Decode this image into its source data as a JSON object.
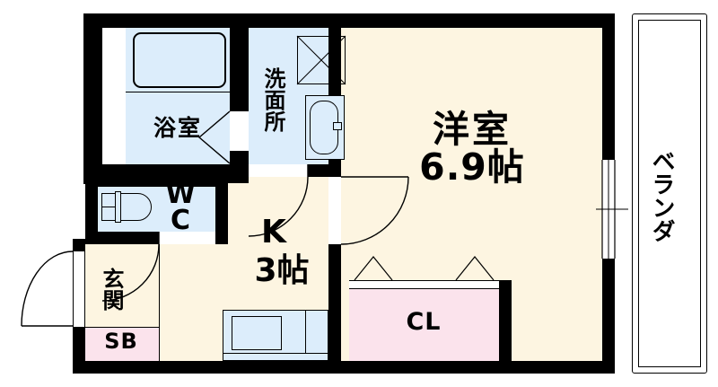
{
  "plan": {
    "type": "japanese-apartment-floor-plan",
    "layout_code": "1K",
    "colors": {
      "wall": "#000000",
      "room_floor": "#FDF5E1",
      "wet_area": "#DCEDFB",
      "closet_pink": "#FBE3EC",
      "background": "#FFFFFF"
    }
  },
  "rooms": {
    "bedroom": {
      "name": "洋室",
      "size": "6.9帖",
      "floor_color": "#FDF5E1"
    },
    "kitchen": {
      "name": "K",
      "size": "3帖",
      "floor_color": "#FDF5E1"
    },
    "bathroom": {
      "name": "浴室",
      "floor_color": "#DCEDFB"
    },
    "washroom": {
      "name": "洗面所",
      "floor_color": "#DCEDFB"
    },
    "toilet": {
      "name": "WC",
      "floor_color": "#DCEDFB"
    },
    "entrance": {
      "name": "玄関",
      "floor_color": "#FDF5E1"
    },
    "shoebox": {
      "name": "SB",
      "floor_color": "#FBE3EC"
    },
    "closet": {
      "name": "CL",
      "floor_color": "#FBE3EC"
    },
    "veranda": {
      "name": "ベランダ",
      "floor_color": "#FFFFFF"
    }
  },
  "fixtures": [
    {
      "name": "bathtub",
      "room": "浴室"
    },
    {
      "name": "washing-machine-space",
      "room": "洗面所"
    },
    {
      "name": "washbasin",
      "room": "洗面所"
    },
    {
      "name": "toilet",
      "room": "WC"
    },
    {
      "name": "kitchen-sink",
      "room": "K"
    },
    {
      "name": "kitchen-counter",
      "room": "K"
    }
  ],
  "doors": [
    {
      "name": "entrance-door",
      "type": "swing"
    },
    {
      "name": "toilet-door",
      "type": "swing"
    },
    {
      "name": "kitchen-to-bedroom-door",
      "type": "swing"
    },
    {
      "name": "washroom-door",
      "type": "swing"
    },
    {
      "name": "bathroom-door",
      "type": "folding"
    },
    {
      "name": "closet-door",
      "type": "folding"
    },
    {
      "name": "veranda-window",
      "type": "sliding"
    }
  ]
}
